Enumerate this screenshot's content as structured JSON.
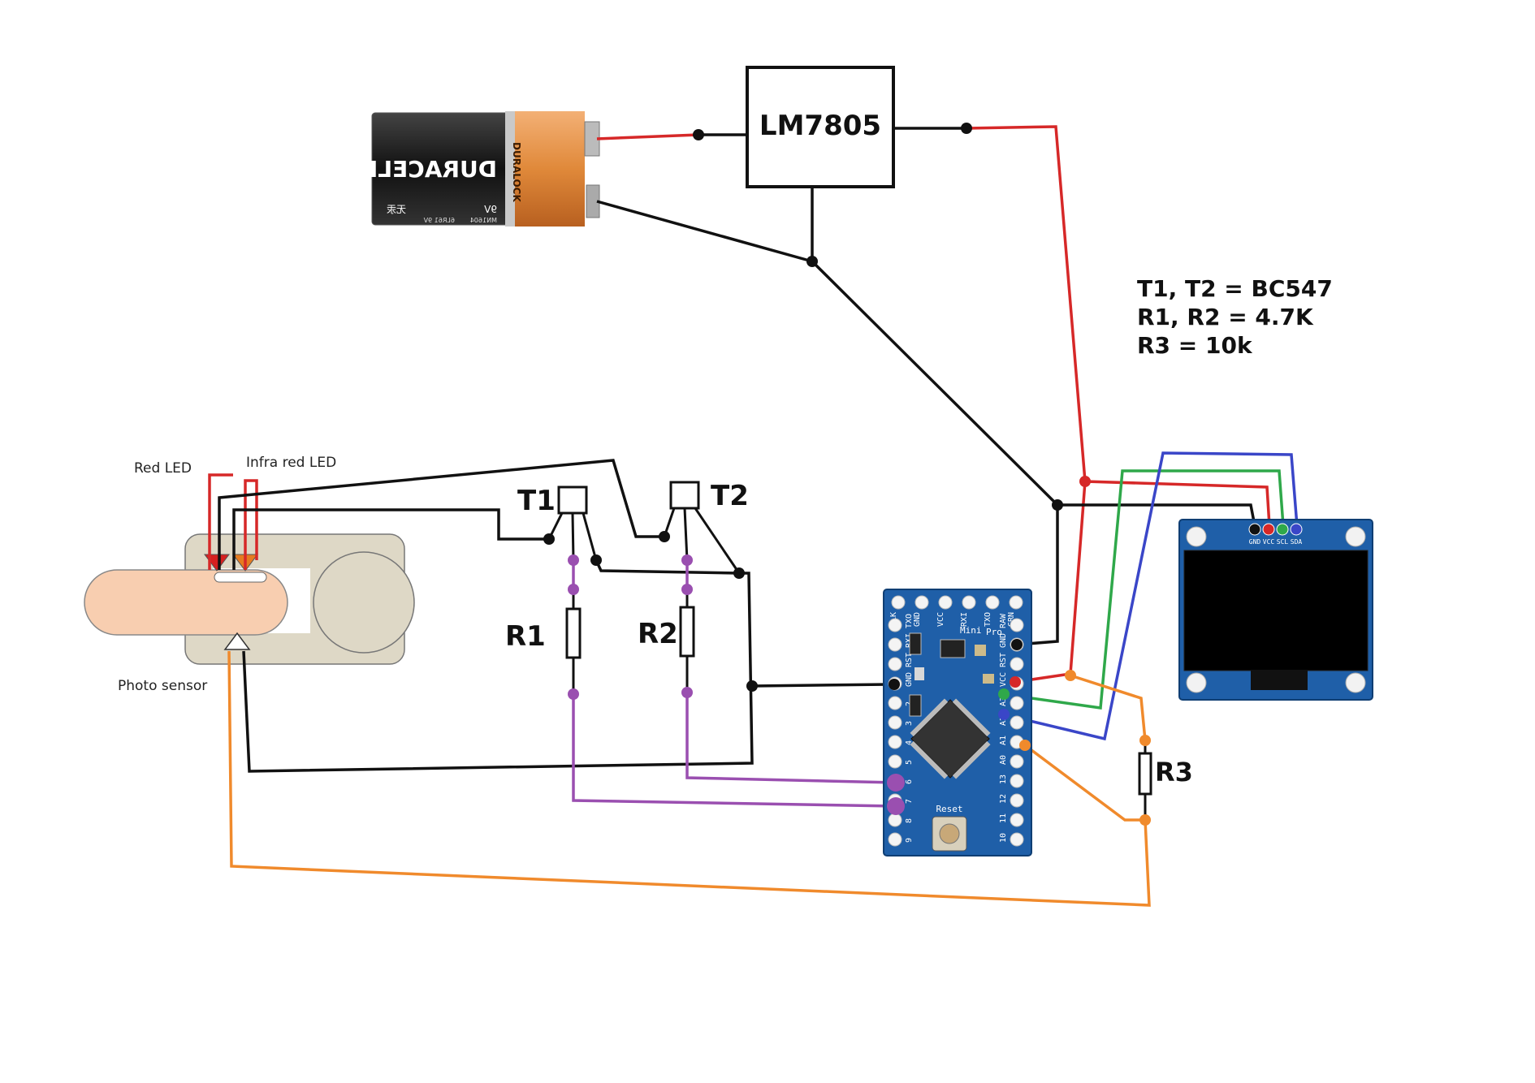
{
  "battery": {
    "brand": "DURACELL",
    "subline": "DURALOCK",
    "voltage": "9V",
    "model": "MN1604",
    "chinese": "无汞",
    "spec": "6LR61 9V"
  },
  "regulator": {
    "label": "LM7805"
  },
  "components_note": {
    "line1": "T1, T2 = BC547",
    "line2": "R1, R2 = 4.7K",
    "line3": "R3 = 10k"
  },
  "labels": {
    "red_led": "Red LED",
    "ir_led": "Infra red LED",
    "photo_sensor": "Photo sensor",
    "t1": "T1",
    "t2": "T2",
    "r1": "R1",
    "r2": "R2",
    "r3": "R3"
  },
  "oled": {
    "pins": [
      "GND",
      "VCC",
      "SCL",
      "SDA"
    ]
  },
  "arduino": {
    "top_pins": [
      "BLK",
      "GND",
      "VCC",
      "RXI",
      "TXO",
      "GRN"
    ],
    "board_name_1": "Mini",
    "board_name_2": "Pro",
    "left_pins": [
      "TXO",
      "RXI",
      "RST",
      "GND",
      "2",
      "3",
      "4",
      "5",
      "6",
      "7",
      "8",
      "9"
    ],
    "right_pins": [
      "RAW",
      "GND",
      "RST",
      "VCC",
      "A3",
      "A2",
      "A1",
      "A0",
      "13",
      "12",
      "11",
      "10"
    ],
    "reset_label": "Reset"
  },
  "colors": {
    "red_wire": "#d62828",
    "black_wire": "#111111",
    "orange_wire": "#f08a2c",
    "purple_wire": "#9a4fb0",
    "green_wire": "#2fa84a",
    "blue_wire": "#3a46c8",
    "board_blue": "#1f5fa8",
    "battery_orange": "#e08a3c"
  }
}
